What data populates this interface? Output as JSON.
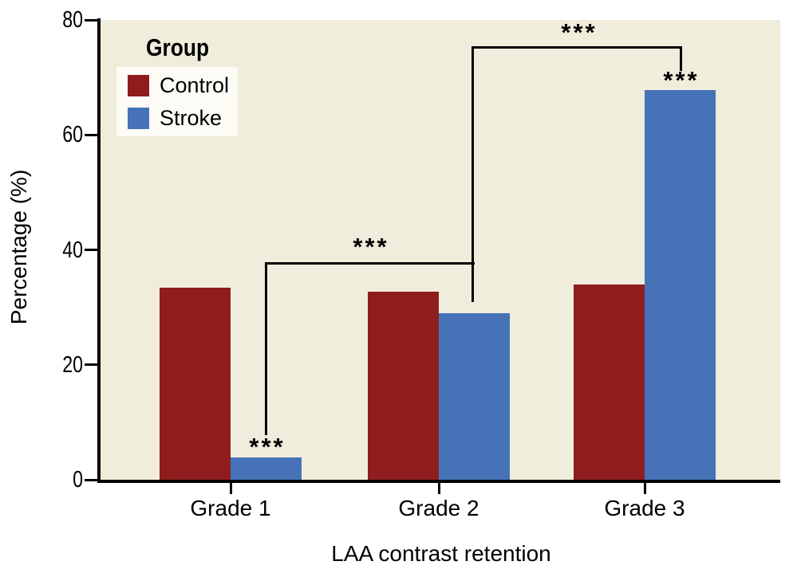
{
  "figure": {
    "background": "#FFFFFF",
    "plot_background": "#F0EDDC",
    "axis_color": "#000000"
  },
  "chart_data": {
    "type": "bar",
    "title": "",
    "xlabel": "LAA contrast retention",
    "ylabel": "Percentage (%)",
    "categories": [
      "Grade 1",
      "Grade 2",
      "Grade 3"
    ],
    "series": [
      {
        "name": "Control",
        "color": "#8F1D1D",
        "values": [
          33.4,
          32.7,
          34.0
        ]
      },
      {
        "name": "Stroke",
        "color": "#4673B8",
        "values": [
          3.9,
          29.0,
          67.8
        ]
      }
    ],
    "ylim": [
      0,
      80
    ],
    "yticks": [
      0,
      20,
      40,
      60,
      80
    ],
    "grid": false,
    "legend_title": "Group",
    "legend_position": "upper-left-inside",
    "annotations": [
      {
        "text": "***",
        "type": "bar-label",
        "target": "Grade 1 Stroke bar"
      },
      {
        "text": "***",
        "type": "bracket",
        "between": "Grade 1 Stroke vs Grade 2 Stroke"
      },
      {
        "text": "***",
        "type": "bracket",
        "between": "Grade 2 Stroke vs Grade 3 Stroke"
      },
      {
        "text": "***",
        "type": "bar-label",
        "target": "Grade 3 Stroke bar"
      }
    ]
  }
}
